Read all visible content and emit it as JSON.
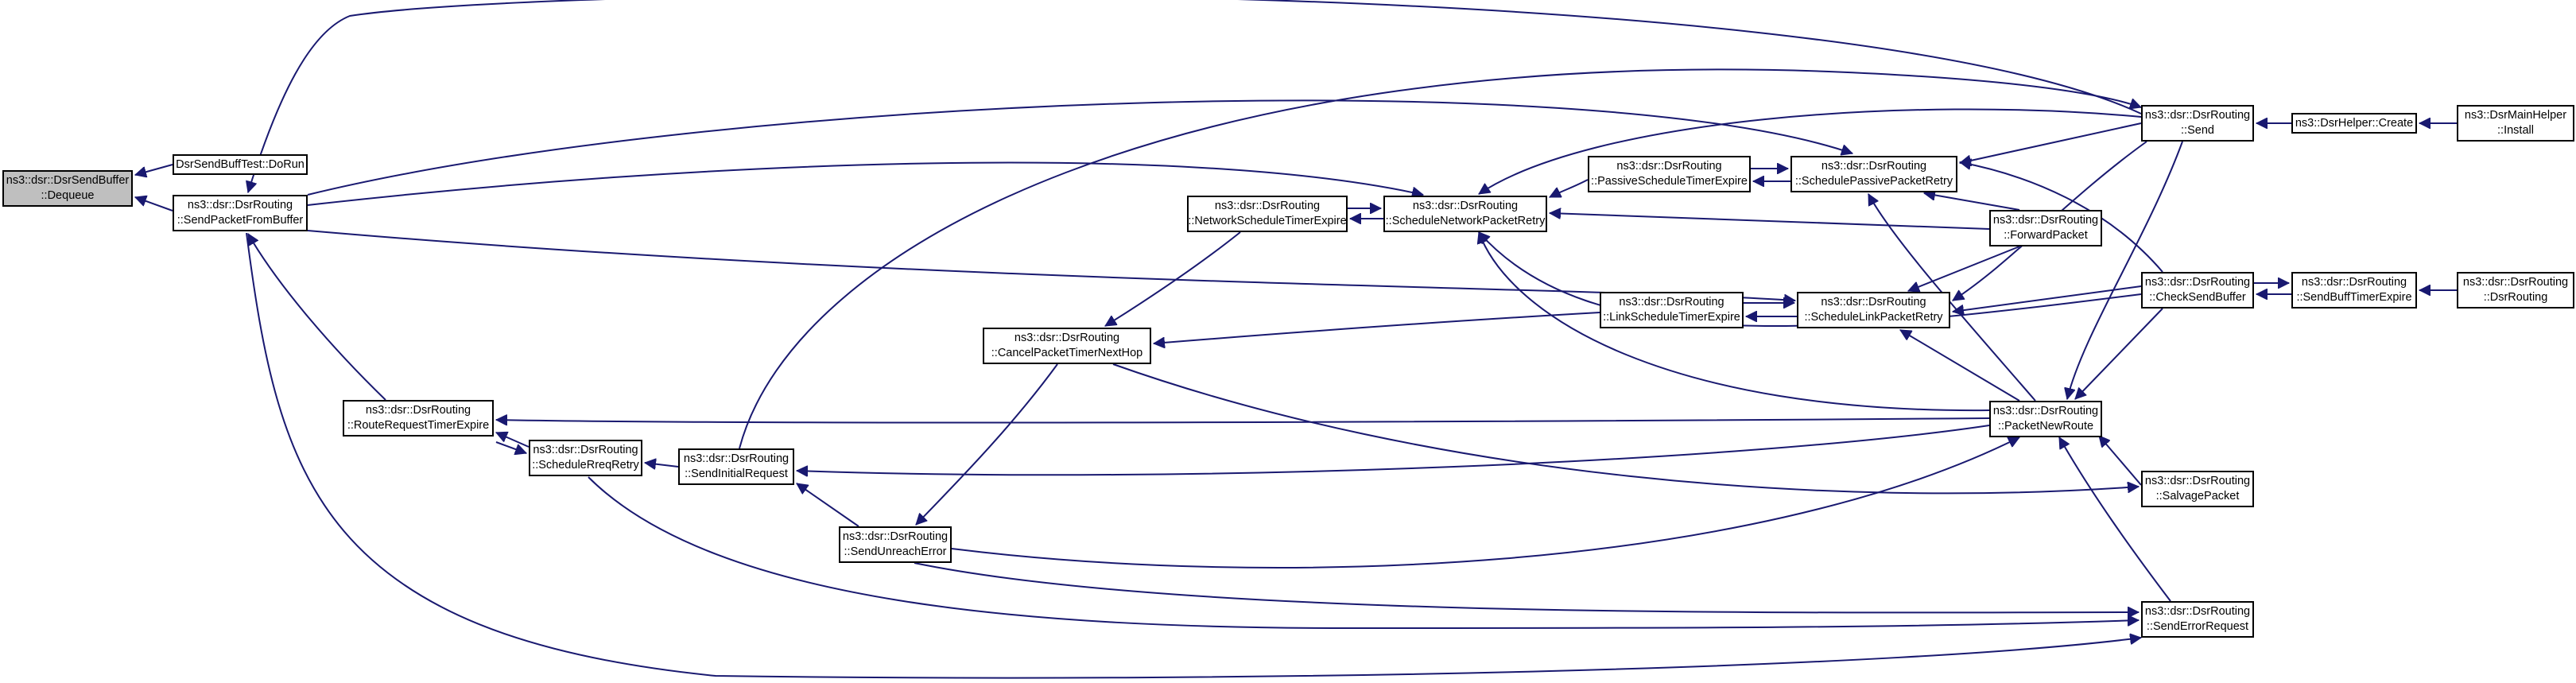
{
  "graph": {
    "kind": "doxygen caller graph",
    "colors": {
      "edge": "#191970",
      "node_border": "#000000",
      "root_fill": "#bfbfbf",
      "node_fill": "#ffffff"
    },
    "nodes": [
      {
        "id": "dequeue",
        "lines": [
          "ns3::dsr::DsrSendBuffer",
          "::Dequeue"
        ],
        "root": true
      },
      {
        "id": "dorun",
        "lines": [
          "DsrSendBuffTest::DoRun"
        ]
      },
      {
        "id": "sendpacketfrombuffer",
        "lines": [
          "ns3::dsr::DsrRouting",
          "::SendPacketFromBuffer"
        ]
      },
      {
        "id": "routerequesttimerexpire",
        "lines": [
          "ns3::dsr::DsrRouting",
          "::RouteRequestTimerExpire"
        ]
      },
      {
        "id": "schedulereqretry",
        "lines": [
          "ns3::dsr::DsrRouting",
          "::ScheduleRreqRetry"
        ]
      },
      {
        "id": "sendinitialrequest",
        "lines": [
          "ns3::dsr::DsrRouting",
          "::SendInitialRequest"
        ]
      },
      {
        "id": "sendunreacherror",
        "lines": [
          "ns3::dsr::DsrRouting",
          "::SendUnreachError"
        ]
      },
      {
        "id": "cancelpackettimernexthop",
        "lines": [
          "ns3::dsr::DsrRouting",
          "::CancelPacketTimerNextHop"
        ]
      },
      {
        "id": "networkscheduletimerexpire",
        "lines": [
          "ns3::dsr::DsrRouting",
          "::NetworkScheduleTimerExpire"
        ]
      },
      {
        "id": "schedulenetworkpacketretry",
        "lines": [
          "ns3::dsr::DsrRouting",
          "::ScheduleNetworkPacketRetry"
        ]
      },
      {
        "id": "passivescheduletimerexpire",
        "lines": [
          "ns3::dsr::DsrRouting",
          "::PassiveScheduleTimerExpire"
        ]
      },
      {
        "id": "schedulepassivepacketretry",
        "lines": [
          "ns3::dsr::DsrRouting",
          "::SchedulePassivePacketRetry"
        ]
      },
      {
        "id": "linkscheduletimerexpire",
        "lines": [
          "ns3::dsr::DsrRouting",
          "::LinkScheduleTimerExpire"
        ]
      },
      {
        "id": "schedulelinkpacketretry",
        "lines": [
          "ns3::dsr::DsrRouting",
          "::ScheduleLinkPacketRetry"
        ]
      },
      {
        "id": "forwardpacket",
        "lines": [
          "ns3::dsr::DsrRouting",
          "::ForwardPacket"
        ]
      },
      {
        "id": "packetnewroute",
        "lines": [
          "ns3::dsr::DsrRouting",
          "::PacketNewRoute"
        ]
      },
      {
        "id": "send",
        "lines": [
          "ns3::dsr::DsrRouting",
          "::Send"
        ]
      },
      {
        "id": "checksendbuffer",
        "lines": [
          "ns3::dsr::DsrRouting",
          "::CheckSendBuffer"
        ]
      },
      {
        "id": "salvagepacket",
        "lines": [
          "ns3::dsr::DsrRouting",
          "::SalvagePacket"
        ]
      },
      {
        "id": "senderrorrequest",
        "lines": [
          "ns3::dsr::DsrRouting",
          "::SendErrorRequest"
        ]
      },
      {
        "id": "dsrhelpercreate",
        "lines": [
          "ns3::DsrHelper::Create"
        ]
      },
      {
        "id": "dsrmainhelperinstall",
        "lines": [
          "ns3::DsrMainHelper",
          "::Install"
        ]
      },
      {
        "id": "sendbufftimerexpire",
        "lines": [
          "ns3::dsr::DsrRouting",
          "::SendBuffTimerExpire"
        ]
      },
      {
        "id": "dsrrouting",
        "lines": [
          "ns3::dsr::DsrRouting",
          "::DsrRouting"
        ]
      }
    ]
  }
}
